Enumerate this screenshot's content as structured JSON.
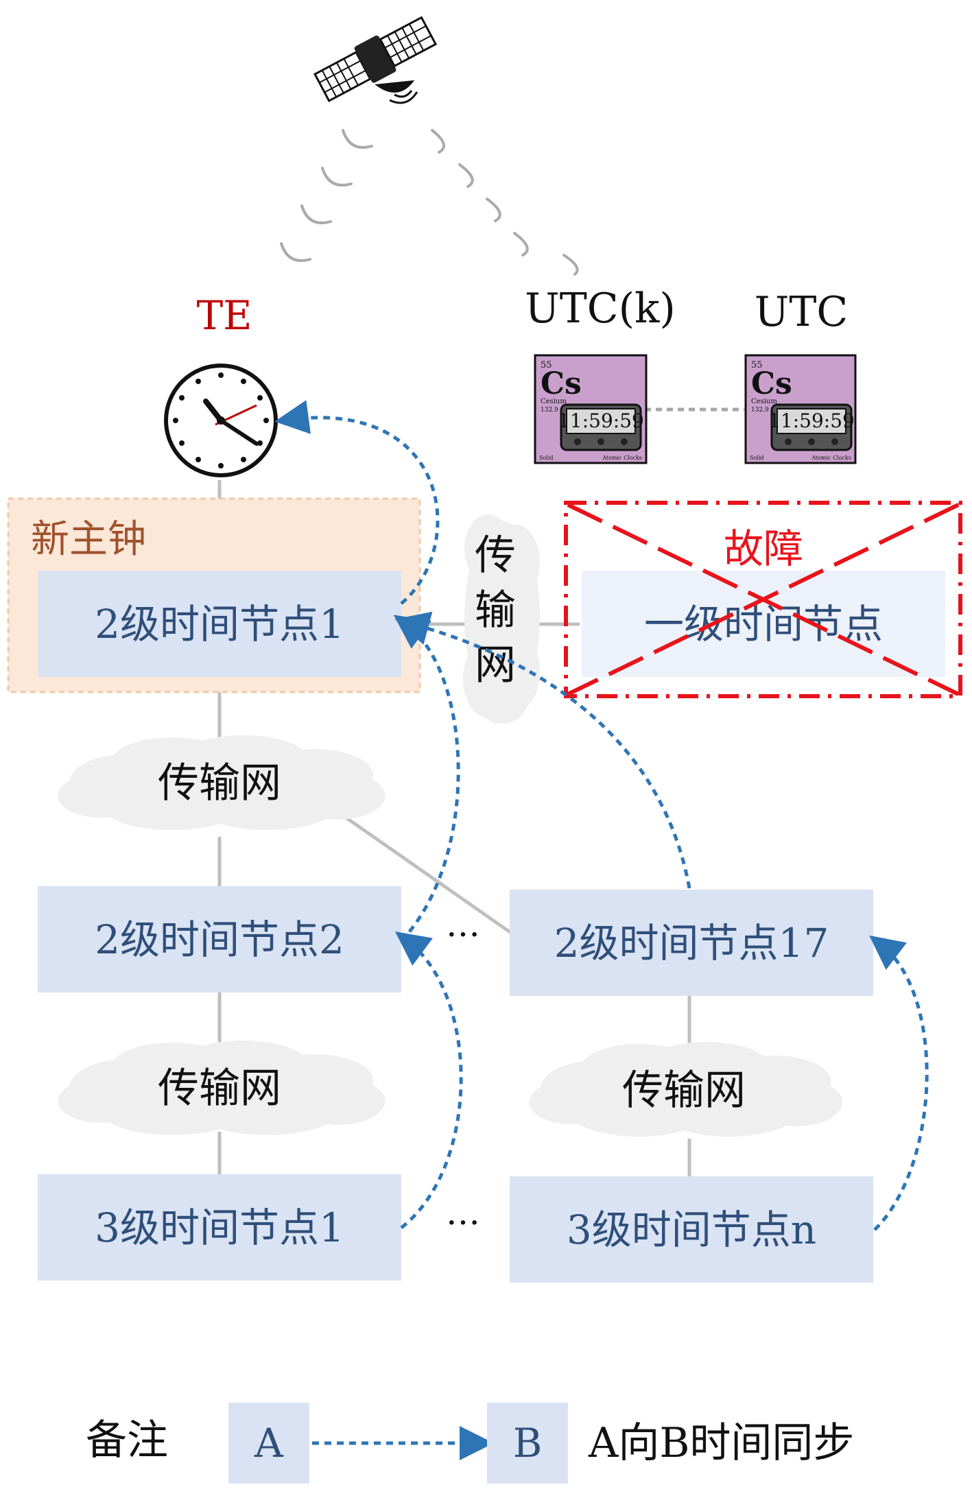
{
  "labels": {
    "te": "TE",
    "utc_k": "UTC(k)",
    "utc": "UTC",
    "new_master": "新主钟",
    "fault": "故障",
    "legend_title": "备注",
    "legend_a": "A",
    "legend_b": "B",
    "legend_desc": "A向B时间同步",
    "ellipsis": "…"
  },
  "nodes": {
    "n1": "一级时间节点",
    "n2_1": "2级时间节点1",
    "n2_2": "2级时间节点2",
    "n2_17": "2级时间节点17",
    "n3_1": "3级时间节点1",
    "n3_n": "3级时间节点n"
  },
  "networks": {
    "net_vertical": [
      "传",
      "输",
      "网"
    ],
    "net_a": "传输网",
    "net_b": "传输网",
    "net_c": "传输网"
  },
  "cesium": {
    "number": "55",
    "symbol": "Cs",
    "name": "Cesium",
    "mass": "132.9",
    "time": "11:59:59",
    "state": "Solid",
    "category": "Atomic Clocks"
  },
  "colors": {
    "node_fill": "#dae3f3",
    "node_text": "#2f4f7a",
    "arrow": "#2e75b6",
    "fault_red": "#e8131b",
    "te_red": "#c00000",
    "new_master_fill": "#fce8d8",
    "new_master_text": "#a0522d",
    "cloud": "#efefef",
    "line": "#bfbfbf",
    "cesium_fill": "#c9a0cc"
  }
}
